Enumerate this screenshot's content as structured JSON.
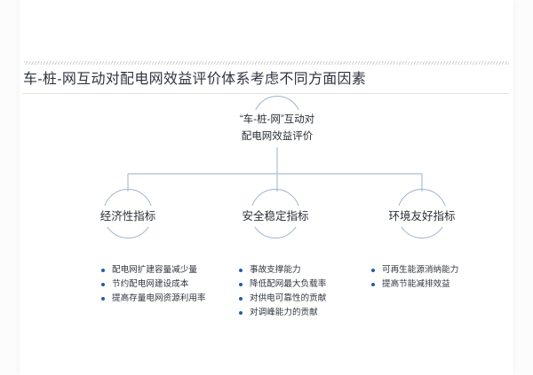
{
  "page": {
    "background_color": "#fcfcfc",
    "card_color": "#ffffff"
  },
  "header": {
    "title": "车-桩-网互动对配电网效益评价体系考虑不同方面因素"
  },
  "diagram": {
    "type": "tree",
    "accent_color": "#9fb3cc",
    "bullet_color": "#1f5fa8",
    "root": {
      "line1": "“车-桩-网”互动对",
      "line2": "配电网效益评价"
    },
    "branches": [
      {
        "label": "经济性指标",
        "items": [
          "配电网扩建容量减少量",
          "节约配电网建设成本",
          "提高存量电网资源利用率"
        ]
      },
      {
        "label": "安全稳定指标",
        "items": [
          "事故支撑能力",
          "降低配网最大负载率",
          "对供电可靠性的贡献",
          "对调峰能力的贡献"
        ]
      },
      {
        "label": "环境友好指标",
        "items": [
          "可再生能源消纳能力",
          "提高节能减排效益"
        ]
      }
    ]
  }
}
